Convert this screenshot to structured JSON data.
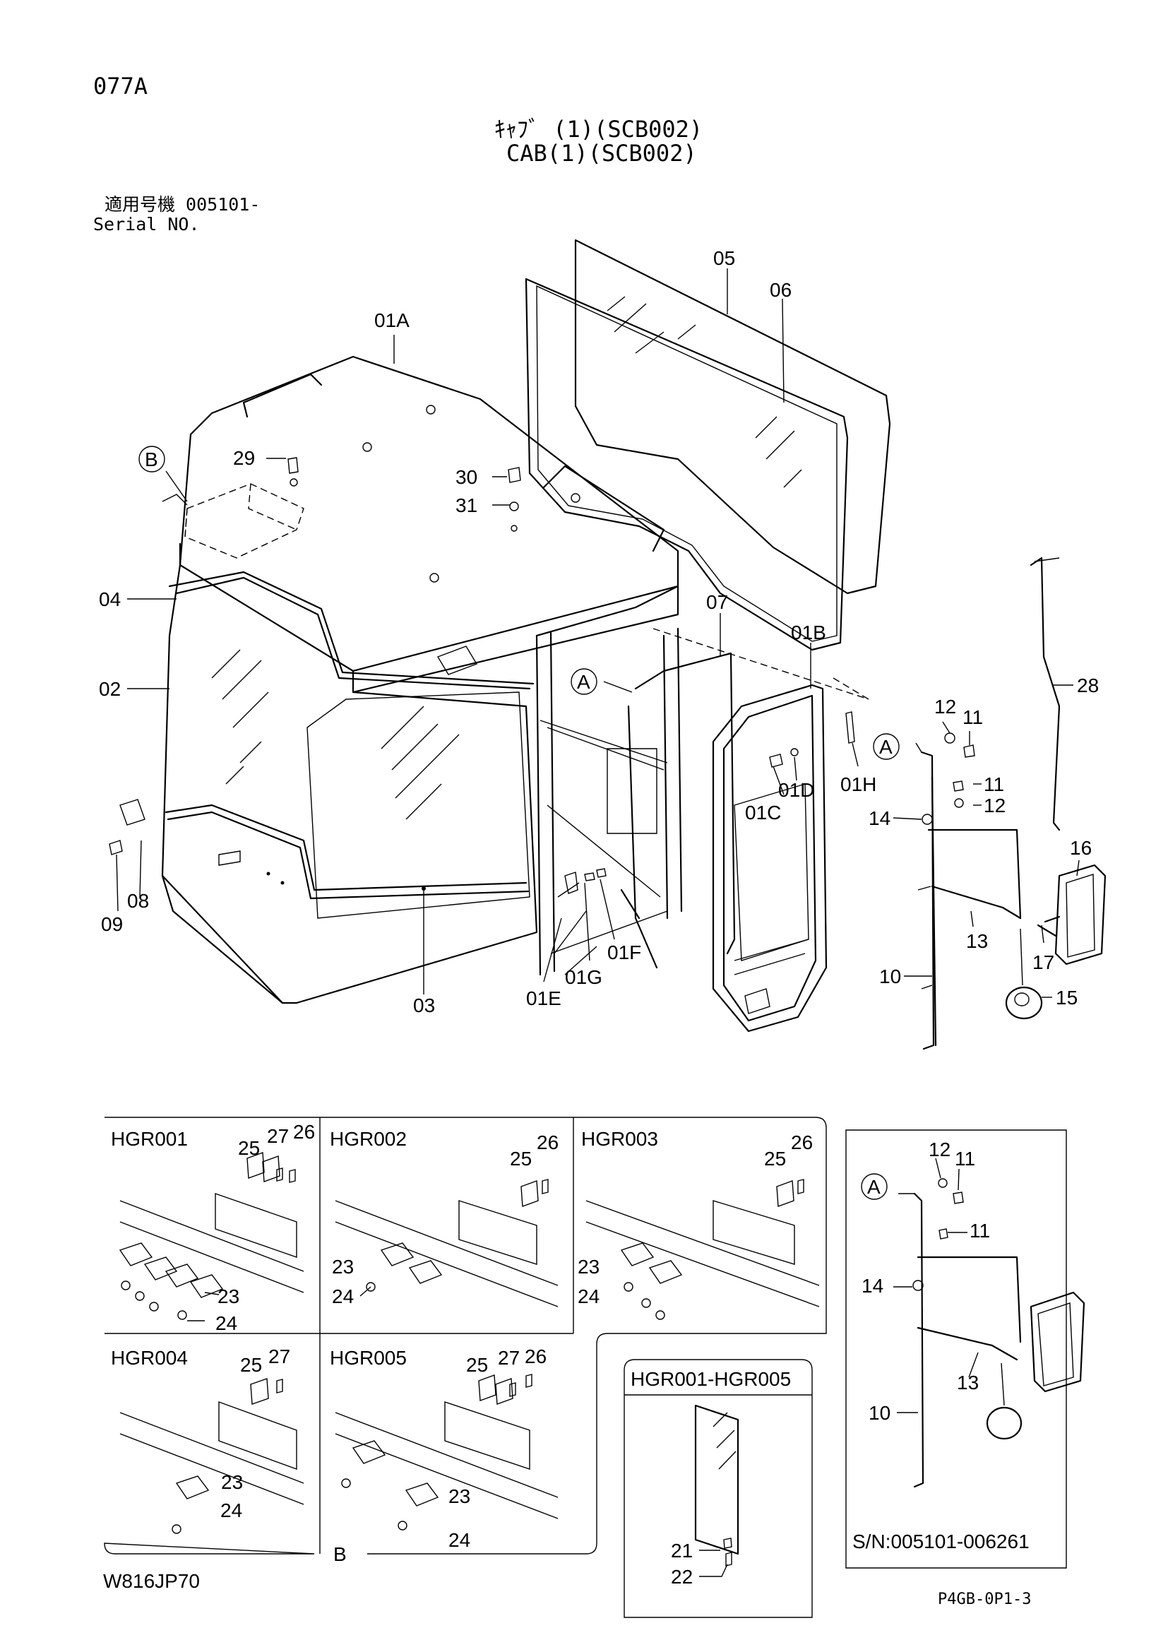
{
  "header": {
    "page_code": "077A",
    "title_jp": "ｷｬﾌﾞ (1)(SCB002)",
    "title_en": "CAB(1)(SCB002)",
    "serial_jp": "適用号機 005101-",
    "serial_en": "Serial NO."
  },
  "footer": {
    "doc_id": "W816JP70",
    "page_ref": "P4GB-0P1-3"
  },
  "main_labels": {
    "l01A": "01A",
    "l05": "05",
    "l06": "06",
    "l29": "29",
    "l30": "30",
    "l31": "31",
    "l04": "04",
    "l02": "02",
    "l07": "07",
    "l01B": "01B",
    "l28": "28",
    "l12a": "12",
    "l11a": "11",
    "l11b": "11",
    "l12b": "12",
    "l01C": "01C",
    "l01D": "01D",
    "l01H": "01H",
    "l14": "14",
    "l16": "16",
    "l08": "08",
    "l09": "09",
    "l13": "13",
    "l17": "17",
    "l10": "10",
    "l15": "15",
    "l01F": "01F",
    "l01G": "01G",
    "l01E": "01E",
    "l03": "03"
  },
  "callouts": {
    "a": "A",
    "b": "B"
  },
  "details": {
    "hgr001": {
      "title": "HGR001",
      "n25": "25",
      "n27": "27",
      "n26": "26",
      "n23": "23",
      "n24": "24"
    },
    "hgr002": {
      "title": "HGR002",
      "n25": "25",
      "n26": "26",
      "n23": "23",
      "n24": "24"
    },
    "hgr003": {
      "title": "HGR003",
      "n25": "25",
      "n26": "26",
      "n23": "23",
      "n24": "24"
    },
    "hgr004": {
      "title": "HGR004",
      "n25": "25",
      "n27": "27",
      "n23": "23",
      "n24": "24"
    },
    "hgr005": {
      "title": "HGR005",
      "n25": "25",
      "n27": "27",
      "n26": "26",
      "n23": "23",
      "n24": "24"
    },
    "hgr_range": {
      "title": "HGR001-HGR005",
      "n21": "21",
      "n22": "22"
    },
    "mirror": {
      "n12": "12",
      "n11a": "11",
      "n11b": "11",
      "n14": "14",
      "n13": "13",
      "n10": "10",
      "serial": "S/N:005101-006261"
    }
  }
}
